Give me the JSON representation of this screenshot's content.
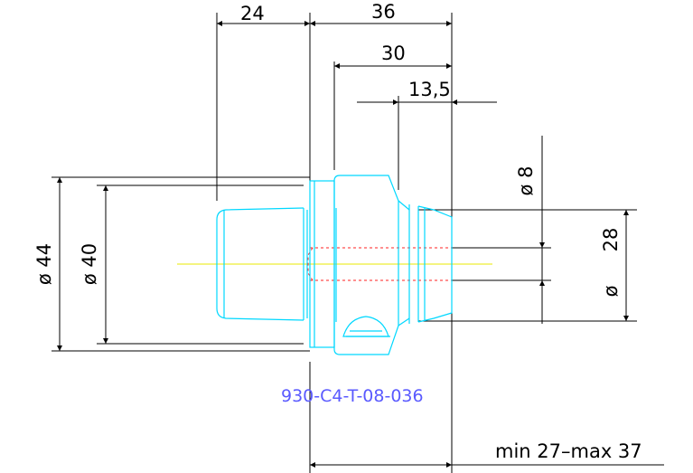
{
  "colors": {
    "background": "#ffffff",
    "dimension": "#000000",
    "part_outline": "#00d8ff",
    "hidden_bore": "#ff2020",
    "centerline": "#e8e800",
    "part_label": "#5a5aff"
  },
  "dimensions": {
    "top_left_length": "24",
    "top_total_length": "36",
    "top_mid_length": "30",
    "top_short_length": "13,5",
    "diameter_outer": "ø 44",
    "diameter_flange": "ø 40",
    "diameter_bore": "ø 8",
    "diameter_shank_symbol": "ø",
    "diameter_shank_value": "28",
    "length_range": "min 27–max 37"
  },
  "part_number": "930-C4-T-08-036"
}
